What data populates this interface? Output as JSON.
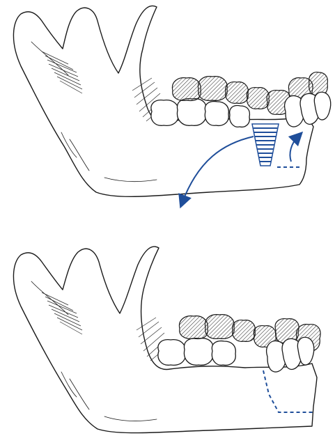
{
  "figure": {
    "panels": [
      {
        "id": "top",
        "content": "mandible-with-implant-and-arrows"
      },
      {
        "id": "bottom",
        "content": "mandible-after-repositioning"
      }
    ],
    "colors": {
      "line_art": "#1a1a1a",
      "annotation_blue": "#1f4e9a",
      "background": "#ffffff"
    },
    "icons": [
      "implant-icon",
      "curved-arrow-icon",
      "dashed-cut-line"
    ]
  }
}
